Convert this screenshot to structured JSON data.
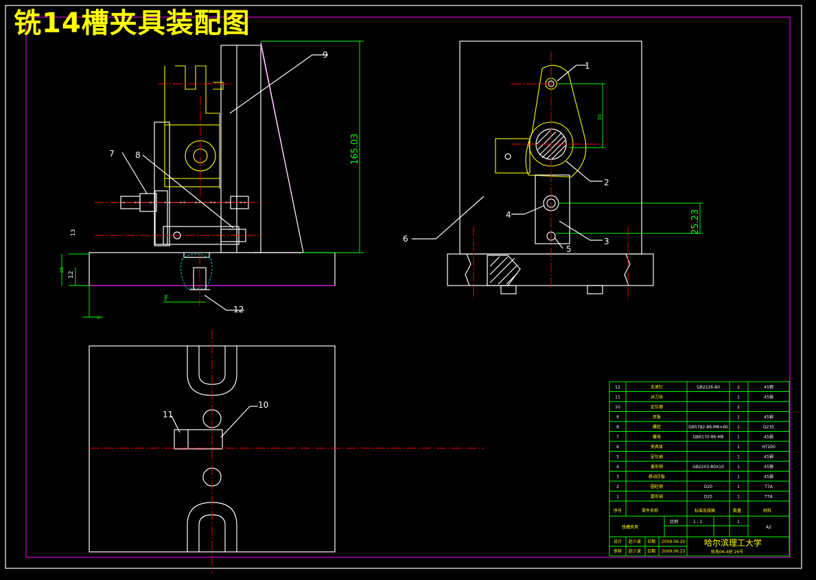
{
  "title": "铣14槽夹具装配图",
  "part_labels": [
    "1",
    "2",
    "3",
    "4",
    "5",
    "6",
    "7",
    "8",
    "9",
    "10",
    "11",
    "12"
  ],
  "dimensions": {
    "height": "165.03",
    "offset_25_23": "25.23",
    "d50": "50",
    "d13": "13",
    "d25": "25",
    "d12": "12",
    "d0": "0",
    "m8": "M8"
  },
  "bom": {
    "rows": [
      {
        "no": "12",
        "name": "支承钉",
        "std": "GB2226-80",
        "qty": "2",
        "mat": "45钢"
      },
      {
        "no": "11",
        "name": "对刀块",
        "std": "",
        "qty": "1",
        "mat": "45钢"
      },
      {
        "no": "10",
        "name": "定位键",
        "std": "",
        "qty": "2",
        "mat": ""
      },
      {
        "no": "9",
        "name": "支板",
        "std": "",
        "qty": "1",
        "mat": "45钢"
      },
      {
        "no": "8",
        "name": "螺栓",
        "std": "GB5782-86-M8×60",
        "qty": "1",
        "mat": "Q235"
      },
      {
        "no": "7",
        "name": "螺母",
        "std": "GB6170-86-M8",
        "qty": "1",
        "mat": "45钢"
      },
      {
        "no": "6",
        "name": "夹具体",
        "std": "",
        "qty": "1",
        "mat": "HT200"
      },
      {
        "no": "5",
        "name": "定位销",
        "std": "",
        "qty": "1",
        "mat": "45钢"
      },
      {
        "no": "4",
        "name": "菱形销",
        "std": "GB2203-80X10",
        "qty": "1",
        "mat": "45钢"
      },
      {
        "no": "3",
        "name": "移动压板",
        "std": "",
        "qty": "1",
        "mat": "45钢"
      },
      {
        "no": "2",
        "name": "圆柱销",
        "std": "D20",
        "qty": "1",
        "mat": "T7A"
      },
      {
        "no": "1",
        "name": "菱形销",
        "std": "D25",
        "qty": "1",
        "mat": "T7A"
      }
    ],
    "header": {
      "no": "序号",
      "name": "零件名称",
      "std": "标准及规格",
      "qty": "数量",
      "mat": "材料"
    },
    "drawing_name": "铣槽夹具",
    "scale_label": "比例",
    "scale_value": "1 : 1",
    "sheet_value": "1",
    "size": "A2",
    "designer_label": "设计",
    "designer": "赵少波",
    "date_label": "日期",
    "date1": "2009.06.20",
    "checker_label": "审核",
    "checker": "赵少波",
    "date2": "2009.06.23",
    "school": "哈尔滨理工大学",
    "class_info": "机电06-4班 26号"
  }
}
